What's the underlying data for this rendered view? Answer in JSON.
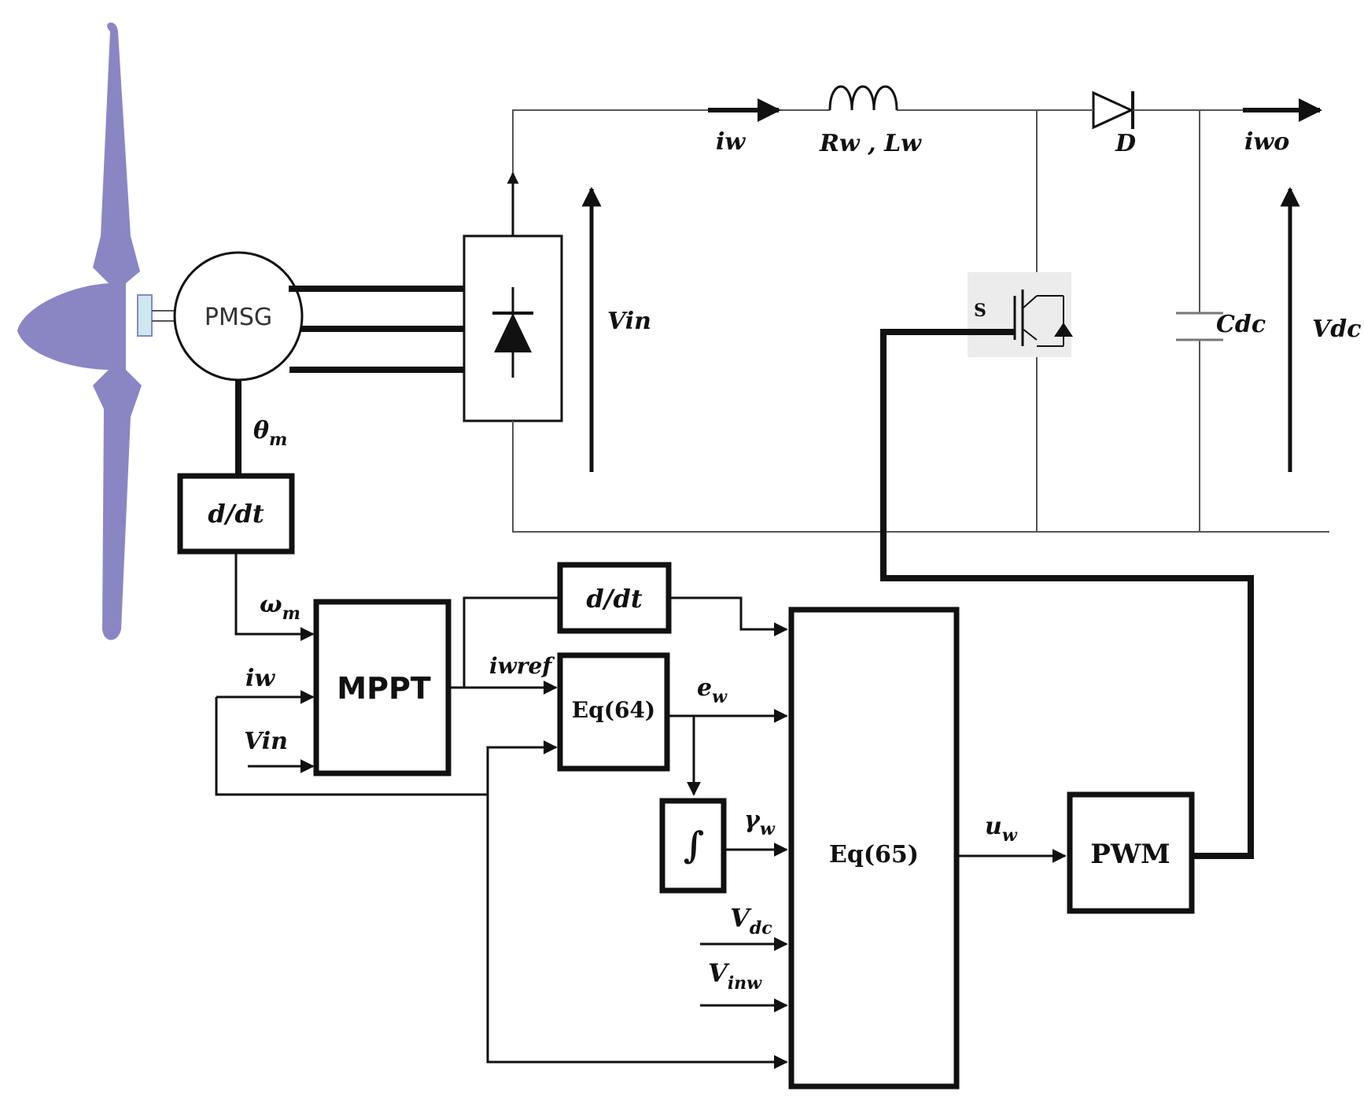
{
  "labels": {
    "pmsg": "PMSG",
    "theta_m": "θ",
    "theta_m_sub": "m",
    "ddt1": "d/dt",
    "omega_m": "ω",
    "omega_m_sub": "m",
    "iw_top": "iw",
    "rw_lw": "Rw , Lw",
    "d_diode": "D",
    "iwo": "iwo",
    "vin": "Vin",
    "switch": "S",
    "cdc": "Cdc",
    "vdc_right": "Vdc",
    "mppt": "MPPT",
    "iw_in": "iw",
    "vin_in": "Vin",
    "iwref": "iwref",
    "ddt2": "d/dt",
    "eq64": "Eq(64)",
    "ew": "e",
    "ew_sub": "w",
    "integrator": "∫",
    "gamma_w": "γ",
    "gamma_w_sub": "w",
    "vdc_in": "V",
    "vdc_in_sub": "dc",
    "vinw": "V",
    "vinw_sub": "inw",
    "eq65": "Eq(65)",
    "uw": "u",
    "uw_sub": "w",
    "pwm": "PWM"
  },
  "colors": {
    "turbine": "#8a86c4",
    "turbine_dark": "#6f6bb0",
    "hub_light": "#cde8ee",
    "switch_bg": "#ececec"
  }
}
